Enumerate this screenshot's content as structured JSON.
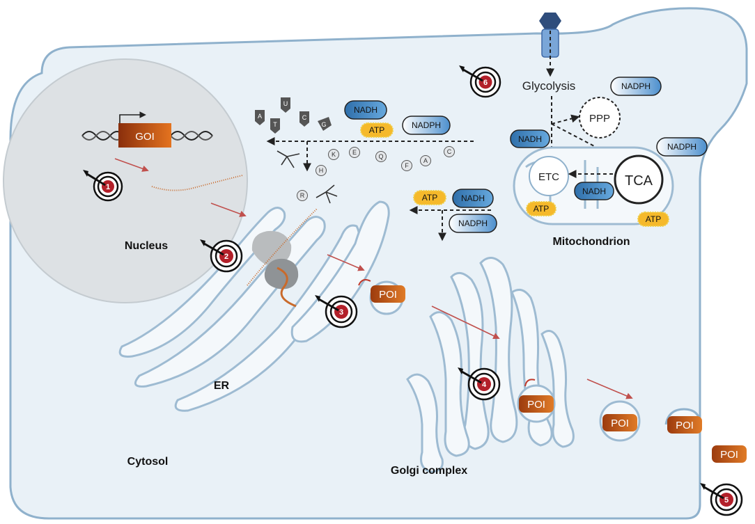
{
  "compartments": {
    "nucleus": "Nucleus",
    "mitochondrion": "Mitochondrion",
    "er": "ER",
    "cytosol": "Cytosol",
    "golgi": "Golgi complex"
  },
  "gene": {
    "label": "GOI"
  },
  "metabolism": {
    "glycolysis": "Glycolysis",
    "ppp": "PPP",
    "tca": "TCA",
    "etc": "ETC"
  },
  "cofactors": {
    "nadh": "NADH",
    "nadph": "NADPH",
    "atp": "ATP"
  },
  "nucleotides": [
    "A",
    "T",
    "U",
    "C",
    "G"
  ],
  "amino_acids": [
    "K",
    "E",
    "Q",
    "F",
    "A",
    "C",
    "H",
    "R"
  ],
  "protein": {
    "label": "POI"
  },
  "targets": [
    "1",
    "2",
    "3",
    "4",
    "5",
    "6"
  ],
  "colors": {
    "cell_fill": "#e9f1f7",
    "membrane": "#8fb1cc",
    "nadh_fill": "#3e86c6",
    "atp_fill": "#f5b92b",
    "poi_fill": "#b94a13",
    "target_red": "#b3202a",
    "mrna": "#c96a2b"
  }
}
